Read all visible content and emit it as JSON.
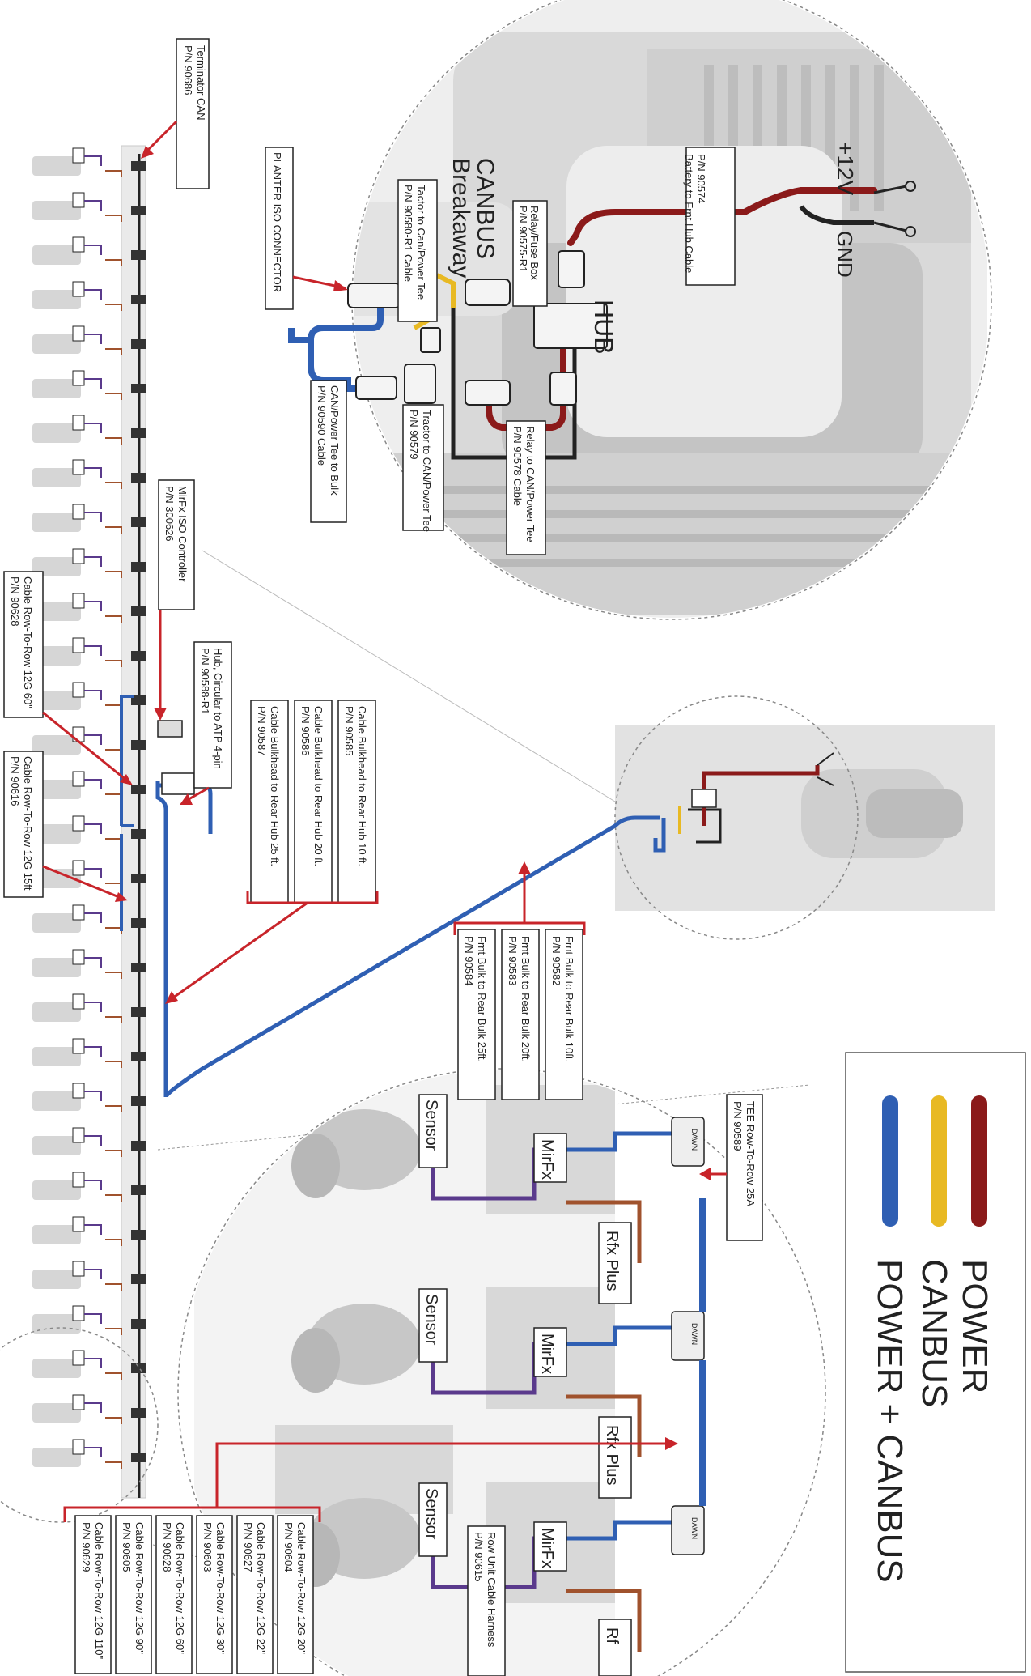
{
  "colors": {
    "power": "#8b1a1a",
    "canbus": "#e8b923",
    "power_canbus": "#2f5fb3",
    "callout": "#c8242a",
    "equipment": "#d6d6d6",
    "equipment_dark": "#b7b7b7",
    "mirfx_purple": "#5a3a8c",
    "rfx_brown": "#a0522d"
  },
  "legend": {
    "items": [
      {
        "label": "POWER",
        "color_key": "power"
      },
      {
        "label": "CANBUS",
        "color_key": "canbus"
      },
      {
        "label": "POWER + CANBUS",
        "color_key": "power_canbus"
      }
    ]
  },
  "labels": {
    "terminator": [
      "P/N 90686",
      "Terminator CAN"
    ],
    "mirfx_iso": [
      "P/N 300626",
      "MirFx ISO Controller"
    ],
    "hub_circular": [
      "P/N 90588-R1",
      "Hub, Circular to ATP 4-pin"
    ],
    "cable_12g60": [
      "P/N 90628",
      "Cable Row-To-Row 12G 60\""
    ],
    "cable_12g15": [
      "P/N 90616",
      "Cable Row-To-Row 12G 15ft"
    ],
    "bulk_group": [
      [
        "P/N 90585",
        "Cable Bulkhead to Rear Hub 10 ft."
      ],
      [
        "P/N 90586",
        "Cable Bulkhead to Rear Hub 20 ft."
      ],
      [
        "P/N 90587",
        "Cable Bulkhead to Rear Hub 25 ft."
      ]
    ],
    "frnt_group": [
      [
        "P/N 90582",
        "Frnt Bulk to Rear Bulk 10ft."
      ],
      [
        "P/N 90583",
        "Frnt Bulk to Rear Bulk 20ft."
      ],
      [
        "P/N 90584",
        "Frnt Bulk to Rear Bulk 25ft."
      ]
    ],
    "planter_iso": "PLANTER ISO CONNECTOR",
    "canbus_breakaway": [
      "CANBUS",
      "Breakaway"
    ],
    "hub": "HUB",
    "battery_cable": [
      "P/N 90574",
      "Battery to Frnt Hub Cable"
    ],
    "relay_fuse": [
      "P/N 90575-R1",
      "Relay/Fuse Box"
    ],
    "tactor_cable": [
      "P/N 90580-R1 Cable",
      "Tactor to Can/Power Tee"
    ],
    "tractor_tee": [
      "P/N 90579",
      "Tractor to CAN/Power Tee"
    ],
    "relay_cable": [
      "P/N 90578 Cable",
      "Relay to CAN/Power Tee"
    ],
    "power_tee_bulk": [
      "P/N 90590 Cable",
      "CAN/Power Tee to Bulk"
    ],
    "plus12v": "+12V",
    "gnd": "GND",
    "tee_row": [
      "P/N 90589",
      "TEE Row-To-Row 25A"
    ],
    "row_harness": [
      "P/N 90615",
      "Row Unit Cable Harness"
    ],
    "sensor": "Sensor",
    "mirfx": "MirFx",
    "rfx_plus": "Rfx Plus",
    "rfx_partial": "Rf",
    "row_group": [
      [
        "P/N 90604",
        "Cable Row-To-Row 12G 20\""
      ],
      [
        "P/N 90627",
        "Cable Row-To-Row 12G 22\""
      ],
      [
        "P/N 90603",
        "Cable Row-To-Row 12G 30\""
      ],
      [
        "P/N 90628",
        "Cable Row-To-Row 12G 60\""
      ],
      [
        "P/N 90605",
        "Cable Row-To-Row 12G 90\""
      ],
      [
        "P/N 90629",
        "Cable Row-To-Row 12G 110\""
      ]
    ],
    "dawn_badge": "DAWN"
  }
}
